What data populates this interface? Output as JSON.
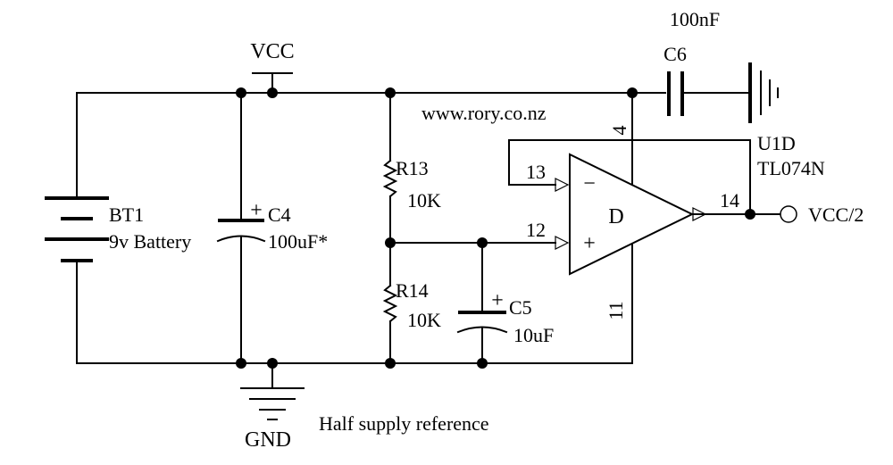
{
  "labels": {
    "vcc": "VCC",
    "gnd": "GND",
    "website": "www.rory.co.nz",
    "caption": "Half supply reference",
    "output": "VCC/2"
  },
  "components": {
    "bt1": {
      "ref": "BT1",
      "value": "9v Battery"
    },
    "c4": {
      "ref": "C4",
      "value": "100uF*",
      "polarity": "+"
    },
    "r13": {
      "ref": "R13",
      "value": "10K"
    },
    "r14": {
      "ref": "R14",
      "value": "10K"
    },
    "c5": {
      "ref": "C5",
      "value": "10uF",
      "polarity": "+"
    },
    "c6": {
      "ref": "C6",
      "value": "100nF"
    },
    "u1d": {
      "ref": "U1D",
      "part": "TL074N",
      "unit": "D",
      "inv_sign": "−",
      "noninv_sign": "+",
      "pins": {
        "inv": "13",
        "noninv": "12",
        "out": "14",
        "vpos": "4",
        "vneg": "11"
      }
    }
  }
}
